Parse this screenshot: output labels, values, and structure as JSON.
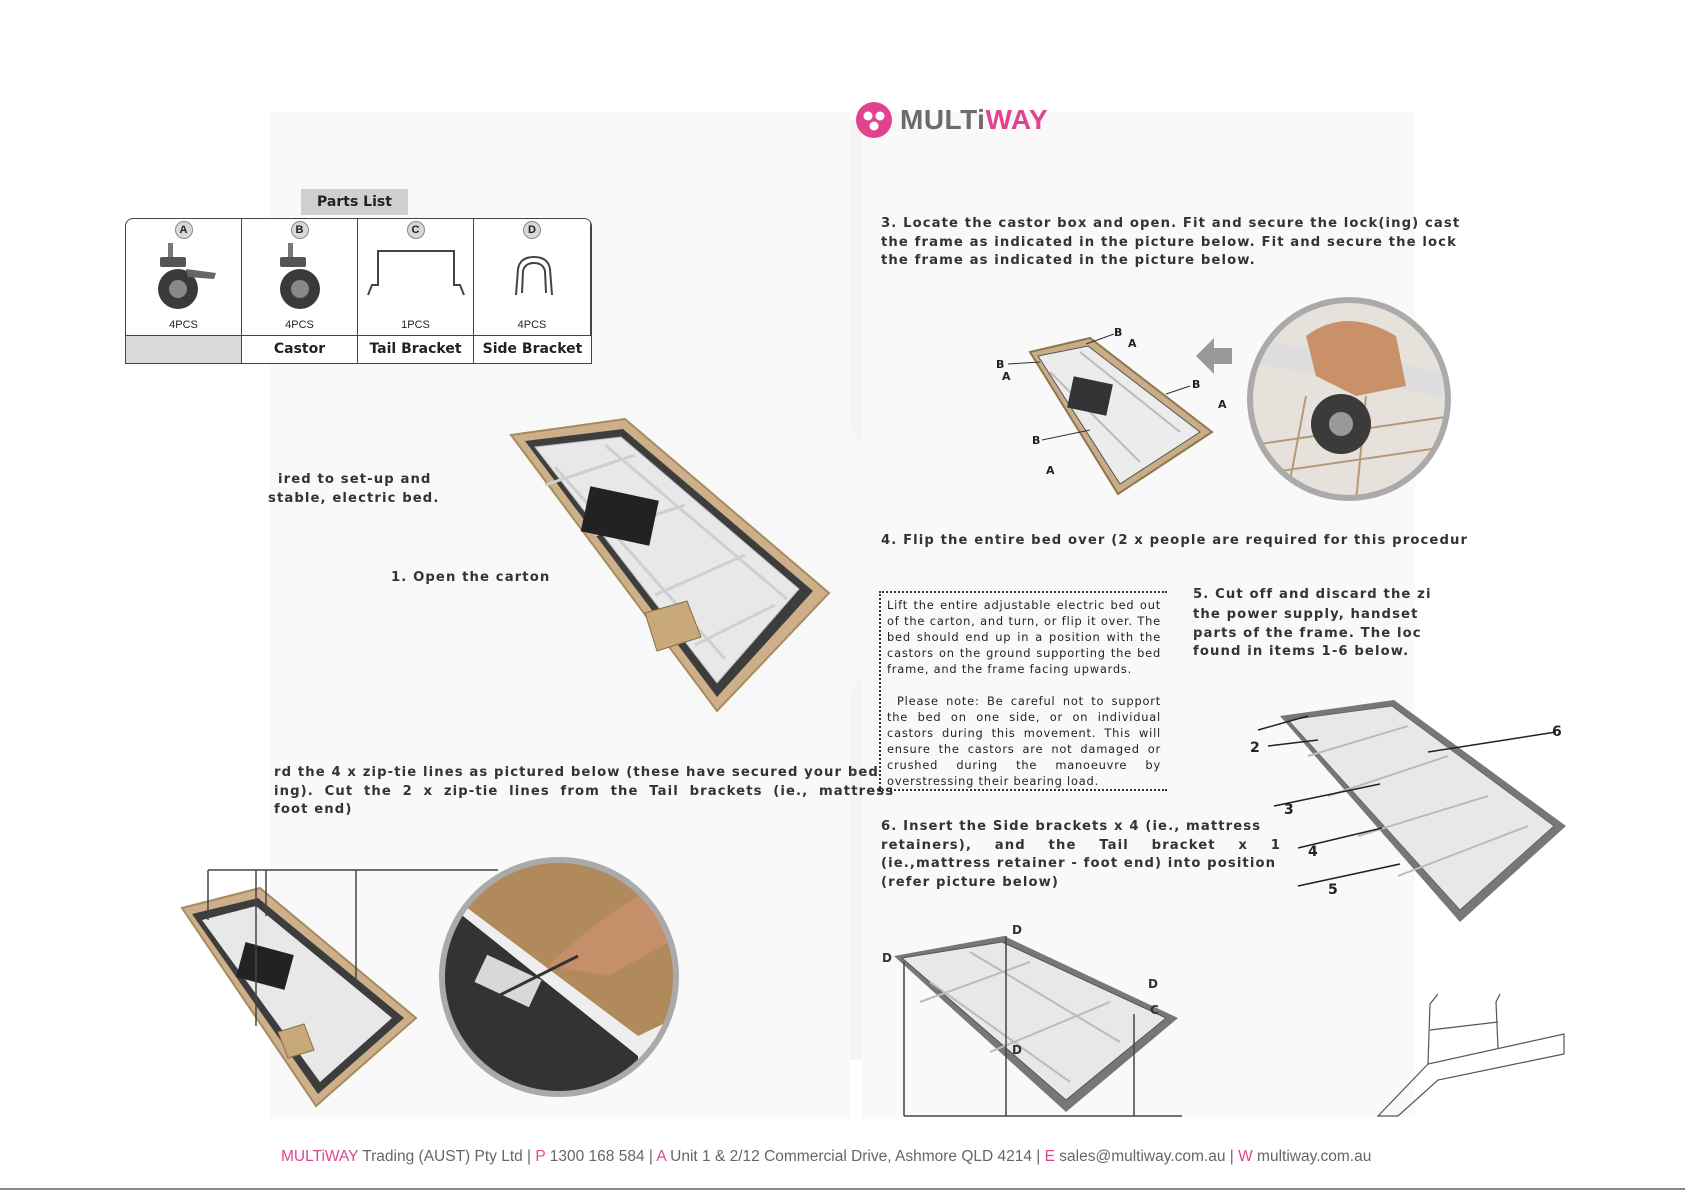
{
  "brand": {
    "name_part1": "MULTi",
    "name_part2": "WAY"
  },
  "parts_list": {
    "title": "Parts List",
    "items": [
      {
        "letter": "A",
        "qty": "4PCS",
        "name": ""
      },
      {
        "letter": "B",
        "qty": "4PCS",
        "name": "Castor"
      },
      {
        "letter": "C",
        "qty": "1PCS",
        "name": "Tail Bracket"
      },
      {
        "letter": "D",
        "qty": "4PCS",
        "name": "Side Bracket"
      }
    ]
  },
  "left_page": {
    "intro_line1": "ired to set-up and",
    "intro_line2": "stable, electric bed.",
    "step1": "1. Open the carton",
    "step2_line1": "rd the 4 x zip-tie lines as pictured below (these have secured your bed",
    "step2_line2": "ing).  Cut the 2 x zip-tie lines from the Tail brackets (ie., mattress",
    "step2_line3": "foot end)"
  },
  "right_page": {
    "step3_line1": "3. Locate the castor box and open. Fit and secure the lock(ing) cast",
    "step3_line2": "the frame as indicated in the picture below. Fit and secure the lock",
    "step3_line3": "the frame as indicated in the picture below.",
    "step4": "4. Flip the entire bed over (2 x people are required for this procedur",
    "box_text": "Lift the entire adjustable electric bed out of the carton, and turn, or flip it over. The bed should end up in a position with the castors on the ground supporting the bed frame, and the frame facing upwards.",
    "box_note": "Please note:  Be careful not to support the bed on one side, or on individual castors during this movement.  This will ensure the castors are not damaged or crushed during the manoeuvre by overstressing their bearing load.",
    "step5_line1": "5. Cut off and discard the zi",
    "step5_line2": "the power supply, handset",
    "step5_line3": "parts of the frame. The loc",
    "step5_line4": "found in items 1-6 below.",
    "step6_line1": "6. Insert the Side brackets x 4 (ie., mattress",
    "step6_line2": "retainers),    and    the    Tail    bracket    x    1",
    "step6_line3": "(ie.,mattress retainer - foot end) into position",
    "step6_line4": "(refer picture below)",
    "castor_labels": [
      "B",
      "A",
      "B",
      "A",
      "B",
      "A",
      "B",
      "A"
    ],
    "item_numbers": [
      "2",
      "6",
      "3",
      "4",
      "5"
    ],
    "bracket_labels": [
      "D",
      "D",
      "D",
      "C",
      "D"
    ]
  },
  "footer": {
    "brand": "MULTiWAY",
    "company": " Trading (AUST) Pty Ltd | ",
    "p_label": "P",
    "phone": " 1300 168 584 |  ",
    "a_label": "A",
    "address": " Unit 1 & 2/12 Commercial Drive, Ashmore QLD 4214 | ",
    "e_label": "E",
    "email": " sales@multiway.com.au | ",
    "w_label": "W",
    "web": " multiway.com.au"
  },
  "colors": {
    "brand_pink": "#e2438f",
    "brand_grey": "#6b6b6b",
    "carton": "#cdb08a"
  }
}
